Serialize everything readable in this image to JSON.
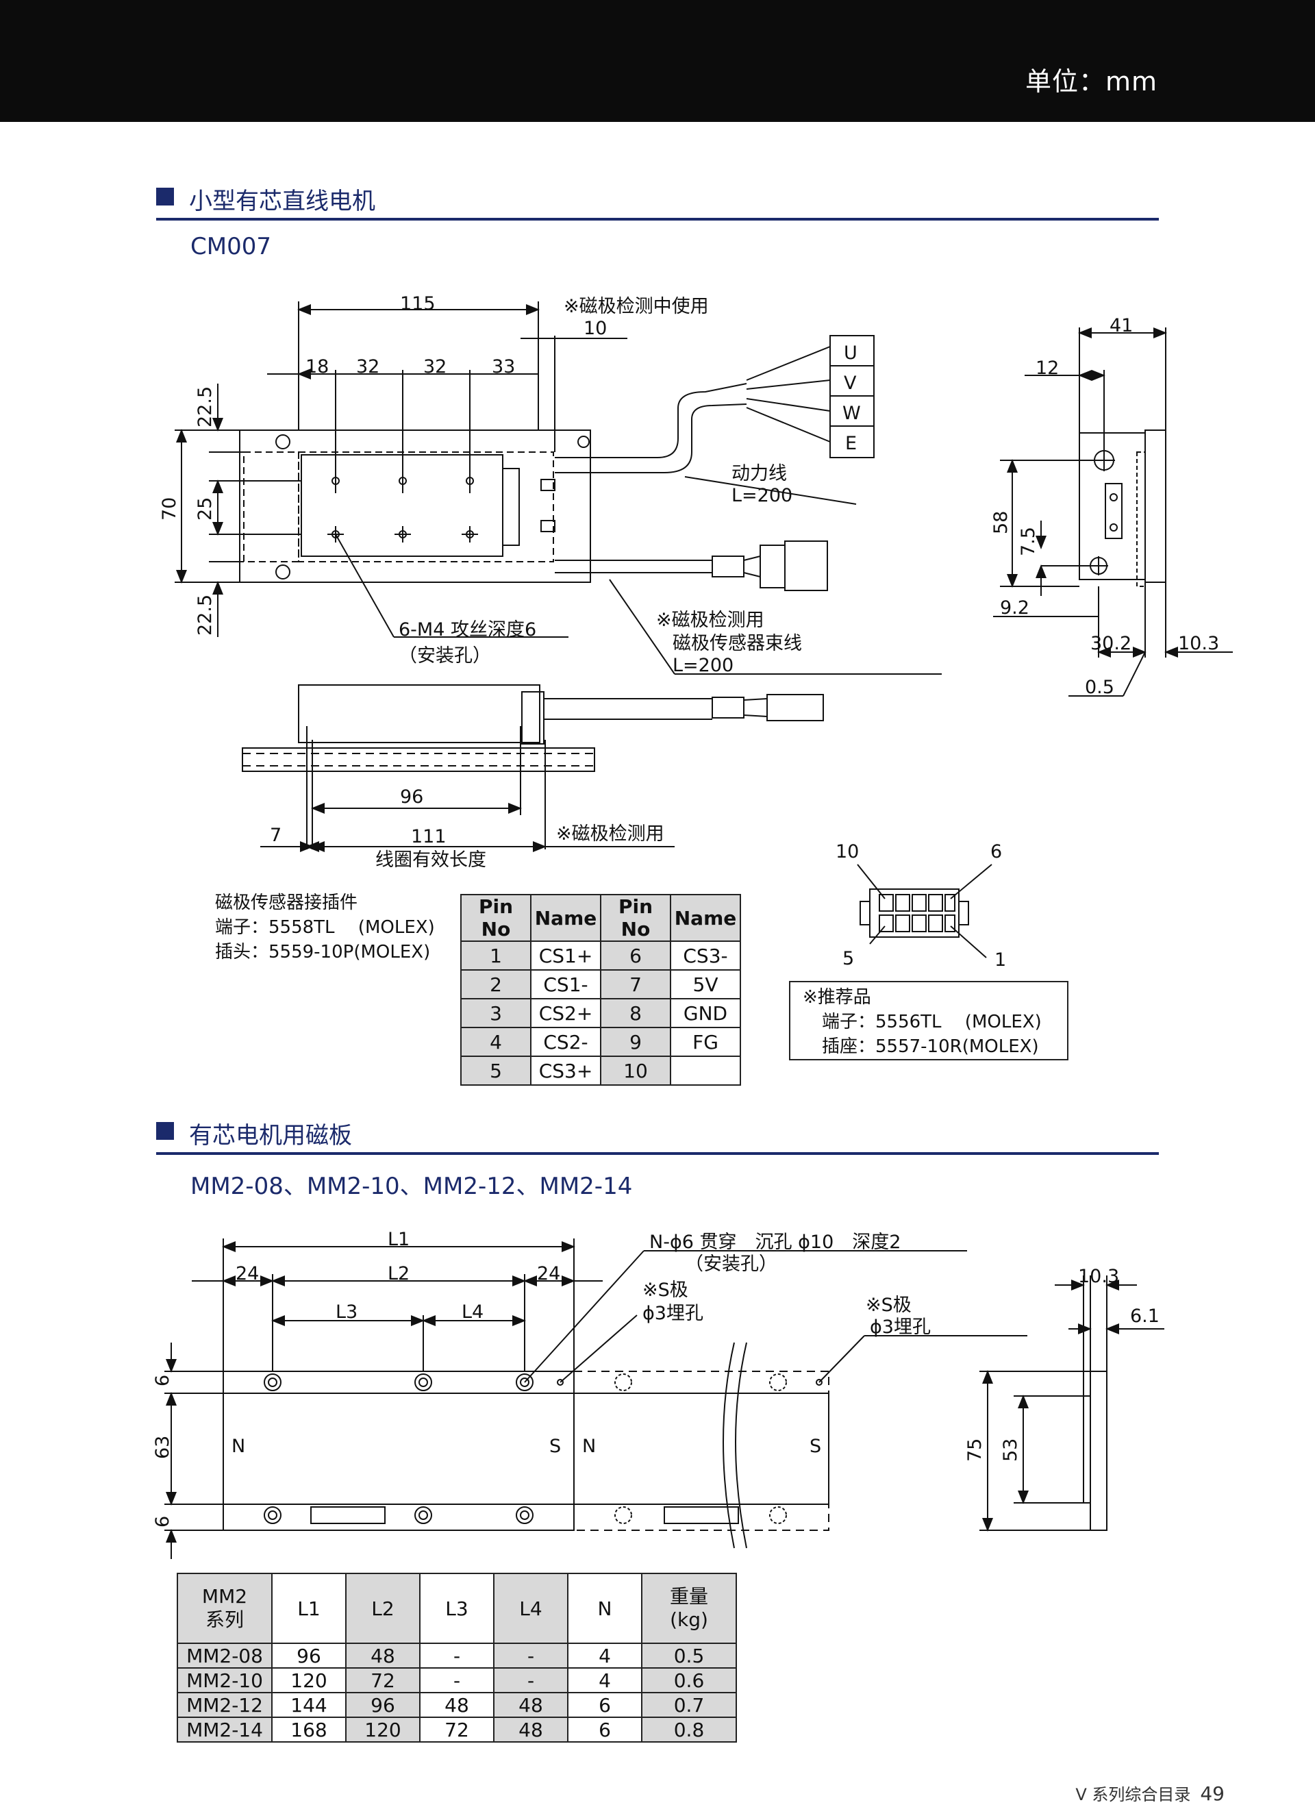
{
  "header": {
    "unit": "单位：mm"
  },
  "section1": {
    "title": "小型有芯直线电机",
    "model": "CM007",
    "dims": {
      "d115": "115",
      "d18": "18",
      "d32a": "32",
      "d32b": "32",
      "d33": "33",
      "d10": "10",
      "d22_5a": "22.5",
      "d70": "70",
      "d25": "25",
      "d22_5b": "22.5",
      "d96": "96",
      "d7": "7",
      "d111": "111",
      "d41": "41",
      "d12": "12",
      "d58": "58",
      "d7_5": "7.5",
      "d9_2": "9.2",
      "d30_2": "30.2",
      "d10_3": "10.3",
      "d0_5": "0.5"
    },
    "phases": [
      "U",
      "V",
      "W",
      "E"
    ],
    "notes": {
      "pole_use": "※磁极检测中使用",
      "power_line": "动力线",
      "power_len": "L=200",
      "tap": "6-M4 攻丝深度6",
      "tap_sub": "（安装孔）",
      "sensor_use": "※磁极检测用",
      "sensor_bundle": "磁极传感器束线",
      "sensor_len": "L=200",
      "coil_len": "线圈有效长度",
      "pole_use2": "※磁极检测用"
    },
    "connector": {
      "title": "磁极传感器接插件",
      "terminal": "端子：5558TL　 (MOLEX)",
      "plug": "插头：5559-10P(MOLEX)"
    },
    "pin_table": {
      "headers": [
        "Pin No",
        "Name",
        "Pin No",
        "Name"
      ],
      "rows": [
        [
          "1",
          "CS1+",
          "6",
          "CS3-"
        ],
        [
          "2",
          "CS1-",
          "7",
          "5V"
        ],
        [
          "3",
          "CS2+",
          "8",
          "GND"
        ],
        [
          "4",
          "CS2-",
          "9",
          "FG"
        ],
        [
          "5",
          "CS3+",
          "10",
          ""
        ]
      ]
    },
    "pins": {
      "p10": "10",
      "p6": "6",
      "p5": "5",
      "p1": "1"
    },
    "recommend": {
      "title": "※推荐品",
      "terminal": "端子：5556TL　 (MOLEX)",
      "socket": "插座：5557-10R(MOLEX)"
    }
  },
  "section2": {
    "title": "有芯电机用磁板",
    "model": "MM2-08、MM2-10、MM2-12、MM2-14",
    "dims": {
      "L1": "L1",
      "L2": "L2",
      "L3": "L3",
      "L4": "L4",
      "d24a": "24",
      "d24b": "24",
      "d6a": "6",
      "d63": "63",
      "d6b": "6",
      "d75": "75",
      "d53": "53",
      "d10_3": "10.3",
      "d6_1": "6.1"
    },
    "notes": {
      "through": "N-ϕ6 贯穿　沉孔 ϕ10　深度2",
      "through_sub": "（安装孔）",
      "s_pole": "※S极",
      "s_hole": "ϕ3埋孔",
      "s_pole2": "※S极",
      "s_hole2": "ϕ3埋孔",
      "N": "N",
      "S": "S",
      "N2": "N",
      "S2": "S"
    },
    "table": {
      "headers": [
        "MM2\n系列",
        "L1",
        "L2",
        "L3",
        "L4",
        "N",
        "重量\n(kg)"
      ],
      "rows": [
        [
          "MM2-08",
          "96",
          "48",
          "-",
          "-",
          "4",
          "0.5"
        ],
        [
          "MM2-10",
          "120",
          "72",
          "-",
          "-",
          "4",
          "0.6"
        ],
        [
          "MM2-12",
          "144",
          "96",
          "48",
          "48",
          "6",
          "0.7"
        ],
        [
          "MM2-14",
          "168",
          "120",
          "72",
          "48",
          "6",
          "0.8"
        ]
      ]
    }
  },
  "footer": {
    "catalog": "V 系列综合目录",
    "page": "49"
  },
  "colors": {
    "accent": "#1b2a6b",
    "header_bg": "#0c0c0c",
    "table_shade": "#d9d9d9"
  }
}
